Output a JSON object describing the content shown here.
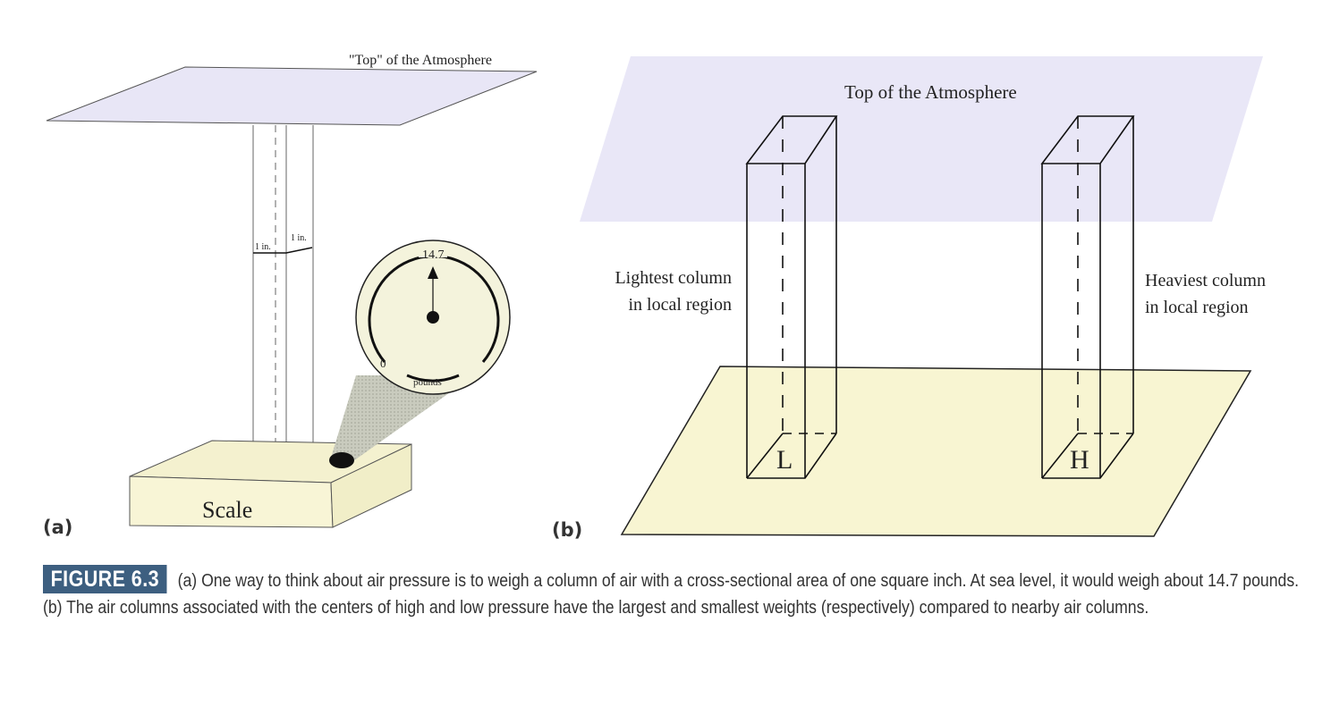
{
  "panel_a": {
    "label": "(a)",
    "top_label": "\"Top\" of the Atmosphere",
    "dim_left": "1 in.",
    "dim_right": "1 in.",
    "dial_max": "14.7",
    "dial_min": "0",
    "dial_unit": "pounds",
    "scale_label": "Scale"
  },
  "panel_b": {
    "label": "(b)",
    "top_label": "Top  of the Atmosphere",
    "left_label_1": "Lightest column",
    "left_label_2": "in local region",
    "right_label_1": "Heaviest column",
    "right_label_2": "in local region",
    "low_marker": "L",
    "high_marker": "H"
  },
  "caption": {
    "badge": "FIGURE 6.3",
    "text": "(a) One way to think about air pressure is to weigh a column of air with a cross-sectional area of one square inch. At sea level, it would weigh about 14.7 pounds. (b) The air columns associated with the centers of high and low pressure have the largest and smallest weights (respectively) compared to nearby air columns."
  },
  "colors": {
    "atmosphere": "#e6e4f6",
    "ground": "#f8f5d2",
    "badge": "#3d5f80"
  }
}
